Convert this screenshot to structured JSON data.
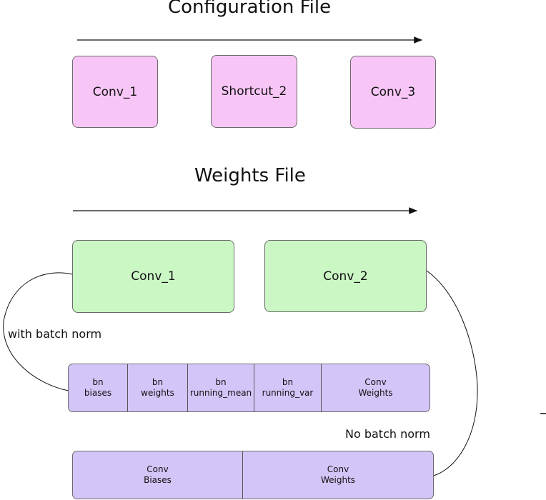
{
  "config": {
    "title": "Configuration File",
    "blocks": [
      "Conv_1",
      "Shortcut_2",
      "Conv_3"
    ]
  },
  "weights": {
    "title": "Weights File",
    "blocks": [
      "Conv_1",
      "Conv_2"
    ]
  },
  "batch_norm": {
    "label": "with batch norm",
    "cells": [
      [
        "bn",
        "biases"
      ],
      [
        "bn",
        "weights"
      ],
      [
        "bn",
        "running_mean"
      ],
      [
        "bn",
        "running_var"
      ],
      [
        "Conv",
        "Weights"
      ]
    ]
  },
  "no_batch_norm": {
    "label": "No batch norm",
    "cells": [
      [
        "Conv",
        "Biases"
      ],
      [
        "Conv",
        "Weights"
      ]
    ]
  },
  "colors": {
    "config_block": "#f8c6f6",
    "weights_block": "#caf7c4",
    "weights_strip": "#d4c5f8"
  }
}
